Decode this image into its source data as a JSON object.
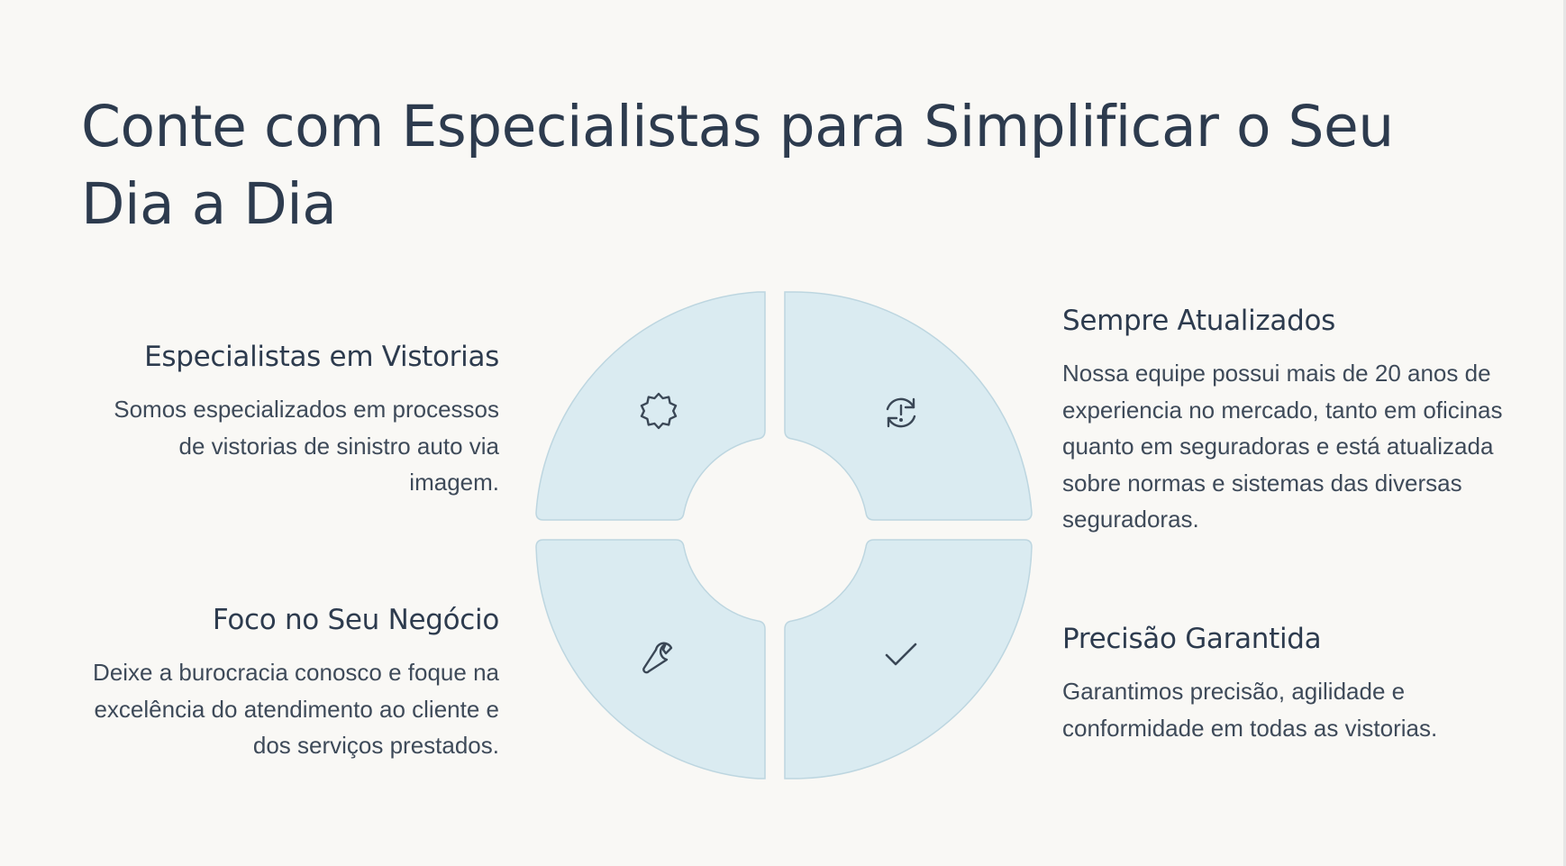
{
  "title": "Conte com Especialistas para Simplificar o Seu Dia a Dia",
  "blocks": [
    {
      "heading": "Especialistas em Vistorias",
      "text": "Somos especializados em processos de vistorias de sinistro auto via imagem.",
      "icon": "badge-icon"
    },
    {
      "heading": "Sempre Atualizados",
      "text": "Nossa equipe possui mais de 20 anos de experiencia no mercado, tanto em oficinas quanto em seguradoras e está atualizada sobre normas e sistemas das diversas seguradoras.",
      "icon": "refresh-alert-icon"
    },
    {
      "heading": "Foco no Seu Negócio",
      "text": "Deixe a burocracia conosco e foque na excelência do atendimento ao cliente e dos serviços prestados.",
      "icon": "wrench-icon"
    },
    {
      "heading": "Precisão Garantida",
      "text": "Garantimos precisão, agilidade e conformidade em todas as vistorias.",
      "icon": "check-icon"
    }
  ],
  "colors": {
    "background": "#f9f8f5",
    "text_heading": "#2d3b4e",
    "text_body": "#3e4a59",
    "segment_fill": "#daebf1",
    "segment_stroke": "#bdd6e0",
    "icon_stroke": "#3a4756"
  }
}
